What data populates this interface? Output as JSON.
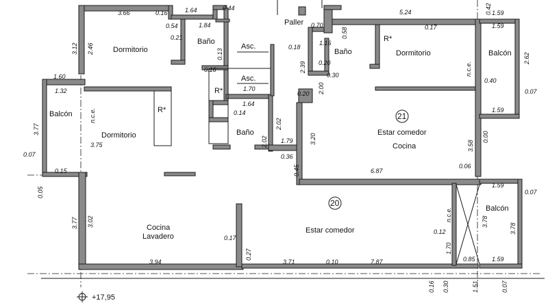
{
  "rooms": {
    "dormitorio_left": "Dormitorio",
    "dormitorio_mid": "Dormitorio",
    "dormitorio_right": "Dormitorio",
    "bano_top": "Baño",
    "bano_mid": "Baño",
    "bano_right": "Baño",
    "asc_1": "Asc.",
    "asc_2": "Asc.",
    "paller": "Paller",
    "r_star_1": "R*",
    "r_star_2": "R*",
    "r_star_3": "R*",
    "balcon_left": "Balcón",
    "balcon_right_top": "Balcón",
    "balcon_right_bottom": "Balcón",
    "nce_left": "n.c.e.",
    "nce_right_top": "n.c.e.",
    "nce_right_bottom": "n.c.e.",
    "estar_21": "Estar   comedor",
    "cocina_21": "Cocina",
    "cocina_lavadero_1": "Cocina",
    "cocina_lavadero_2": "Lavadero",
    "estar_20": "Estar   comedor"
  },
  "units": {
    "unit_21": "21",
    "unit_20": "20"
  },
  "level": "+17,95",
  "dims": {
    "d366": "3.66",
    "d016a": "0.16",
    "d164a": "1.64",
    "d044": "0.44",
    "d054": "0.54",
    "d184": "1.84",
    "d021": "0.21",
    "d312": "3.12",
    "d246": "2.46",
    "d013": "0.13",
    "d016b": "0.16",
    "d170": "1.70",
    "d160": "1.60",
    "d132": "1.32",
    "d377a": "3.77",
    "d375": "3.75",
    "d007a": "0.07",
    "d015": "0.15",
    "d005": "0.05",
    "d164b": "1.64",
    "d014": "0.14",
    "d202a": "2.02",
    "d202b": "2.02",
    "d179": "1.79",
    "d036": "0.36",
    "d070": "0.70",
    "d058": "0.58",
    "d116": "1.16",
    "d018": "0.18",
    "d239": "2.39",
    "d020a": "0.20",
    "d030a": "0.30",
    "d200": "2.00",
    "d020b": "0.20",
    "d320": "3.20",
    "d045": "0.45",
    "d524": "5.24",
    "d042": "0.42",
    "d159a": "1.59",
    "d017a": "0.17",
    "d159b": "1.59",
    "d262": "2.62",
    "d040": "0.40",
    "d007b": "0.07",
    "d159c": "1.59",
    "d000": "0.00",
    "d358": "3.58",
    "d006": "0.06",
    "d687": "6.87",
    "d159d": "1.59",
    "d007c": "0.07",
    "d378a": "3.78",
    "d378b": "3.78",
    "d012": "0.12",
    "d170b": "1.70",
    "d085": "0.85",
    "d159e": "1.59",
    "d377b": "3.77",
    "d302": "3.02",
    "d017b": "0.17",
    "d027": "0.27",
    "d394": "3.94",
    "d371": "3.71",
    "d010": "0.10",
    "d787": "7.87",
    "d016c": "0.16",
    "d030b": "0.30",
    "d151": "1.51",
    "d007d": "0.07"
  }
}
